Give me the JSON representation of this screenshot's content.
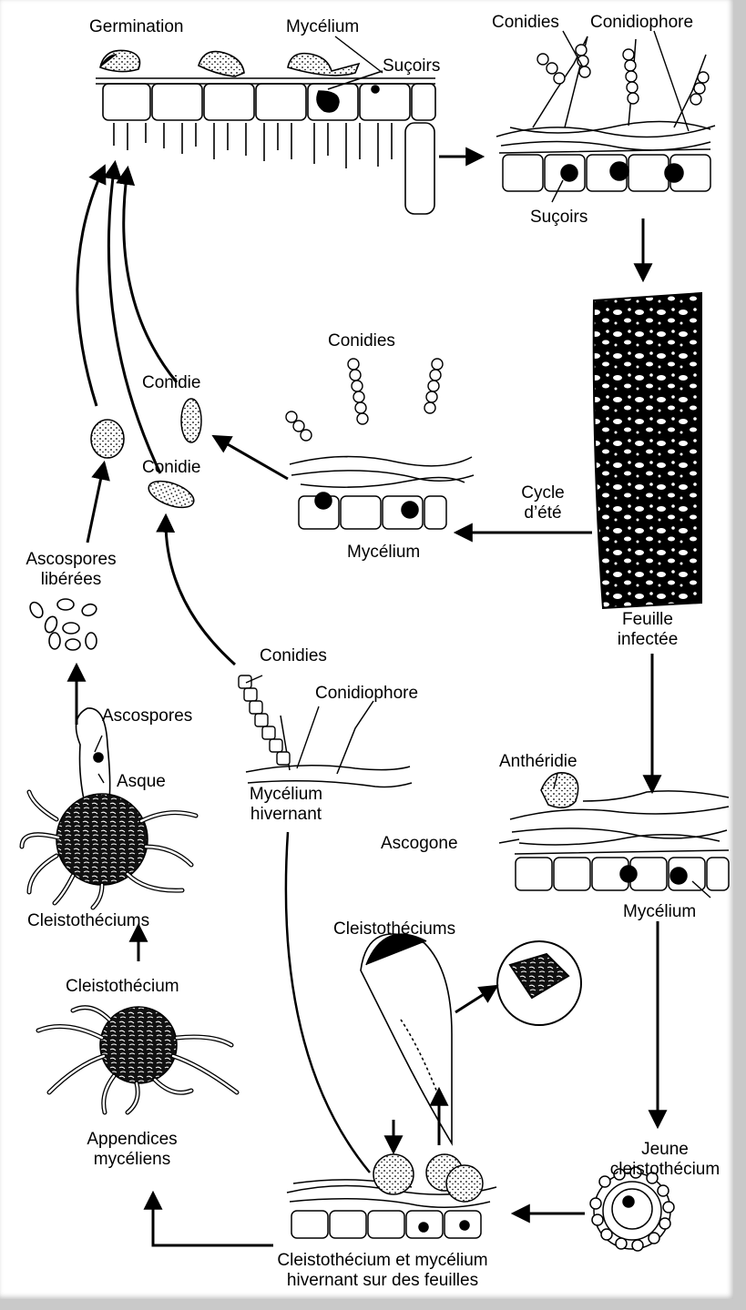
{
  "labels": {
    "germination": "Germination",
    "mycelium_top": "Mycélium",
    "sucoirs_top": "Suçoirs",
    "conidies_top": "Conidies",
    "conidiophore_top": "Conidiophore",
    "sucoirs_right": "Suçoirs",
    "conidies_mid": "Conidies",
    "conidie_1": "Conidie",
    "conidie_2": "Conidie",
    "cycle_line1": "Cycle",
    "cycle_line2": "d’été",
    "mycelium_mid": "Mycélium",
    "ascospores_liberees_1": "Ascospores",
    "ascospores_liberees_2": "libérées",
    "feuille_1": "Feuille",
    "feuille_2": "infectée",
    "conidies_low": "Conidies",
    "conidiophore_low": "Conidiophore",
    "ascospores": "Ascospores",
    "asque": "Asque",
    "antheridie": "Anthéridie",
    "mycelium_hiv_1": "Mycélium",
    "mycelium_hiv_2": "hivernant",
    "ascogone": "Ascogone",
    "cleistotheciums_left": "Cleistothéciums",
    "mycelium_right": "Mycélium",
    "cleistotheciums_mid": "Cleistothéciums",
    "cleistothecium": "Cleistothécium",
    "appendices_1": "Appendices",
    "appendices_2": "mycéliens",
    "jeune_1": "Jeune",
    "jeune_2": "cleistothécium",
    "bottom_1": "Cleistothécium et mycélium",
    "bottom_2": "hivernant sur des feuilles"
  },
  "colors": {
    "ink": "#000000",
    "paper": "#ffffff",
    "frame": "#c9c9c9"
  }
}
